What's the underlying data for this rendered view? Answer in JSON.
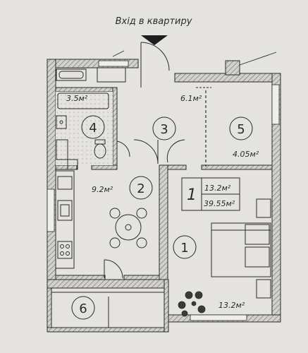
{
  "plan": {
    "entrance_label": "Вхід в квартиру",
    "rooms": [
      {
        "id": "1",
        "area": "13.2м²"
      },
      {
        "id": "2",
        "area": "9.2м²"
      },
      {
        "id": "3",
        "area": "6.1м²"
      },
      {
        "id": "4",
        "area": "3.5м²"
      },
      {
        "id": "5",
        "area": "4.05м²"
      },
      {
        "id": "6",
        "area": ""
      }
    ],
    "summary": {
      "rooms_count": "1",
      "living_area": "13.2м²",
      "total_area": "39.55м²"
    },
    "colors": {
      "background": "#e4e3df",
      "wall_fill": "#cfcdc7",
      "line": "#2a2a2a"
    }
  }
}
